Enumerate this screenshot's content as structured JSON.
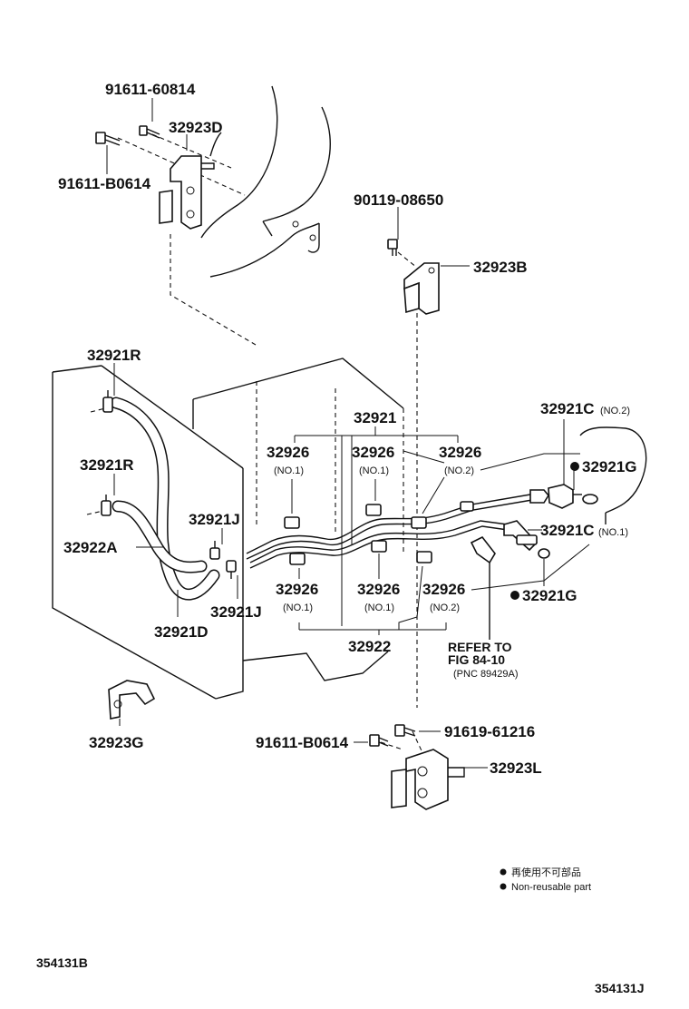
{
  "labels": {
    "bolt_91611_60814": "91611-60814",
    "bracket_32923D": "32923D",
    "bolt_91611_B0614_top": "91611-B0614",
    "bolt_90119_08650": "90119-08650",
    "bracket_32923B": "32923B",
    "hose_32921R_top": "32921R",
    "hose_32921R_mid": "32921R",
    "hose_32922A": "32922A",
    "clip_32921J_top": "32921J",
    "clip_32921J_bottom": "32921J",
    "hose_32921D": "32921D",
    "assy_32921": "32921",
    "grommet_32926_a": "32926",
    "grommet_32926_b": "32926",
    "grommet_32926_c": "32926",
    "no1_a": "(NO.1)",
    "no1_b": "(NO.1)",
    "no2_c": "(NO.2)",
    "assy_32922": "32922",
    "grommet_32926_d": "32926",
    "grommet_32926_e": "32926",
    "grommet_32926_f": "32926",
    "no1_d": "(NO.1)",
    "no1_e": "(NO.1)",
    "no2_f": "(NO.2)",
    "union_32921C_no2": "32921C",
    "union_32921C_no2_tag": "(NO.2)",
    "gasket_32921G_top": "32921G",
    "union_32921C_no1": "32921C",
    "union_32921C_no1_tag": "(NO.1)",
    "gasket_32921G_bottom": "32921G",
    "refer_line1": "REFER TO",
    "refer_line2": "FIG 84-10",
    "refer_line3": "(PNC 89429A)",
    "bracket_32923G": "32923G",
    "bolt_91611_B0614_bottom": "91611-B0614",
    "bolt_91619_61216": "91619-61216",
    "bracket_32923L": "32923L",
    "legend_jp": "再使用不可部品",
    "legend_en": "Non-reusable part",
    "code_left": "354131B",
    "code_right": "354131J"
  }
}
